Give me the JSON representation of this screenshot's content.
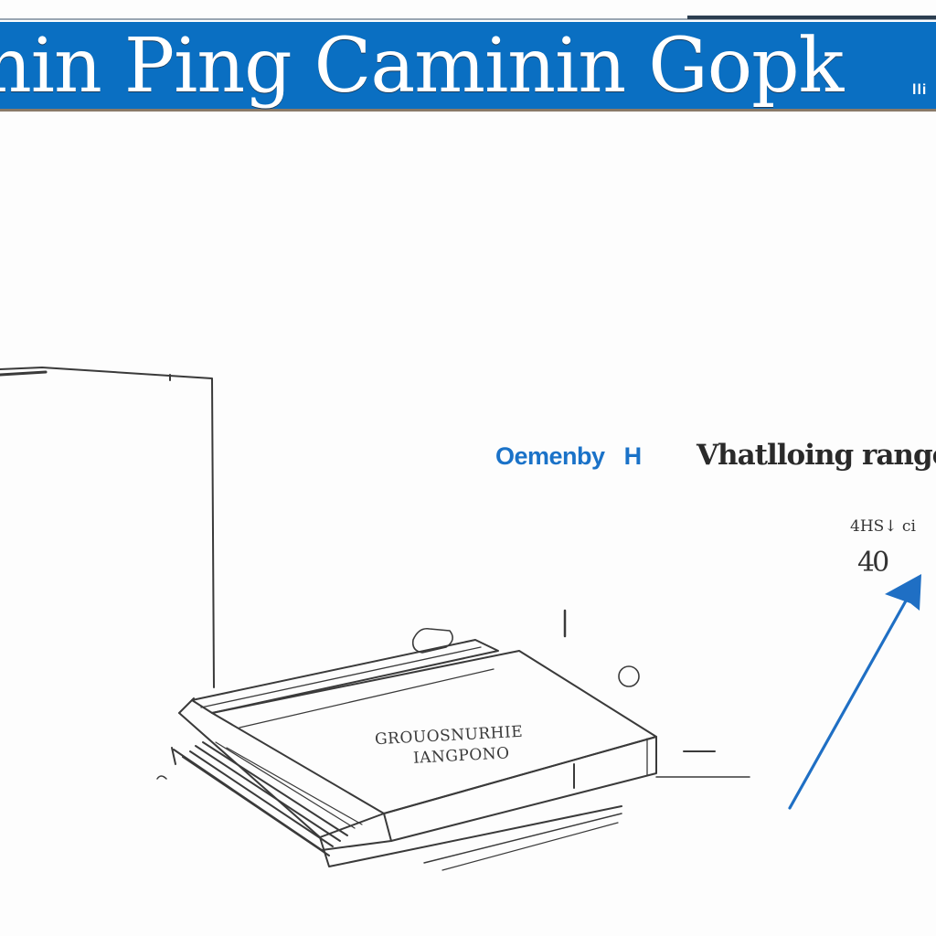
{
  "banner": {
    "title": "nin Ping Caminin Gopk",
    "mark": "lli"
  },
  "annotation": {
    "blue_text": "Oemenby",
    "blue_text_2": "H",
    "dark_text": "Vhatlloing rangc"
  },
  "notes": {
    "small": "4HS↓ ci",
    "number": "40"
  },
  "book": {
    "label_line_1": "GROUOSNURHIE",
    "label_line_2": "IANGPONO"
  },
  "colors": {
    "banner": "#0a6fc2",
    "accent_text": "#1a72c8",
    "arrow": "#1f6fc4",
    "line_art": "#3a3a3a"
  }
}
